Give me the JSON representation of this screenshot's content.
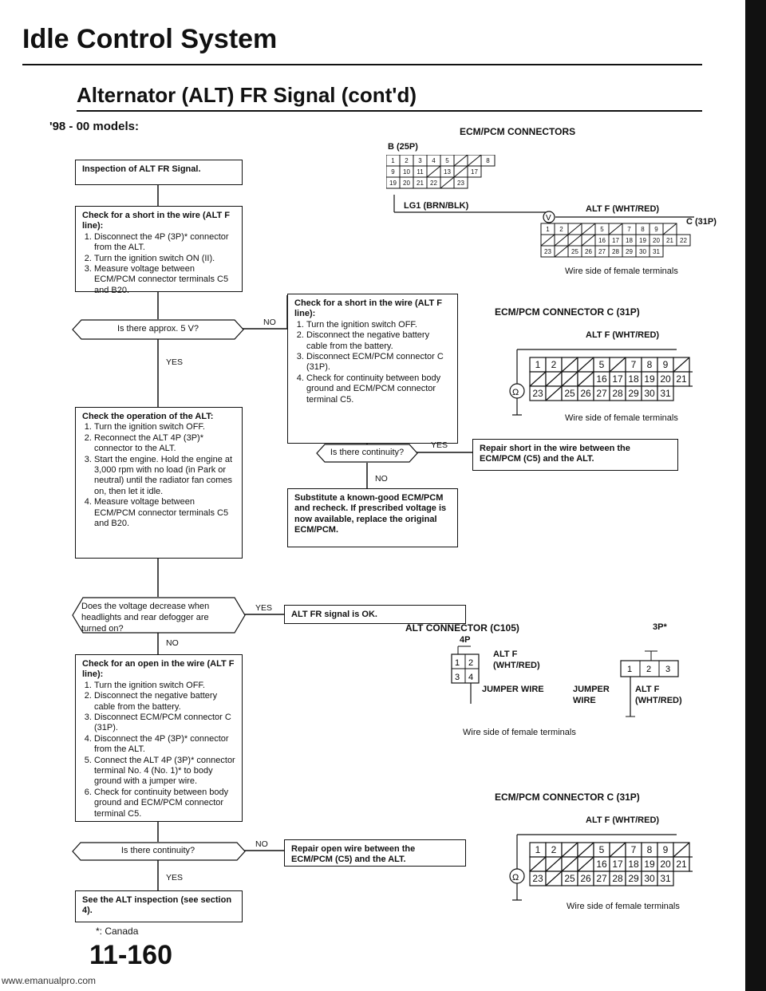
{
  "page": {
    "title": "Idle Control System",
    "subtitle": "Alternator (ALT) FR Signal (cont'd)",
    "models": "'98 - 00 models:",
    "page_number": "11-160",
    "footnote": "*: Canada",
    "url": "www.emanualpro.com"
  },
  "flow": {
    "box_inspect": "Inspection of ALT FR Signal.",
    "box_short1_head": "Check for a short in the wire (ALT F line):",
    "box_short1_steps": [
      "Disconnect the 4P (3P)* connector from the ALT.",
      "Turn the ignition switch ON (II).",
      "Measure voltage between ECM/PCM connector terminals C5 and B20."
    ],
    "q_5v": "Is there approx. 5 V?",
    "box_short2_head": "Check for a short in the wire (ALT F line):",
    "box_short2_steps": [
      "Turn the ignition switch OFF.",
      "Disconnect the negative battery cable from the battery.",
      "Disconnect ECM/PCM connector C (31P).",
      "Check for continuity between body ground and ECM/PCM connector terminal C5."
    ],
    "box_op_head": "Check the operation of the ALT:",
    "box_op_steps": [
      "Turn the ignition switch OFF.",
      "Reconnect the ALT 4P (3P)* connector to the ALT.",
      "Start the engine. Hold the engine at 3,000 rpm with no load (in Park or neutral) until the radiator fan comes on, then let it idle.",
      "Measure voltage between ECM/PCM connector terminals C5 and B20."
    ],
    "q_cont1": "Is there continuity?",
    "box_repair_short": "Repair short in the wire between the ECM/PCM (C5) and the ALT.",
    "box_substitute": "Substitute a known-good ECM/PCM and recheck. If prescribed voltage is now available, replace the original ECM/PCM.",
    "q_voltage": "Does the voltage decrease when headlights and rear defogger are turned on?",
    "box_ok": "ALT FR signal is OK.",
    "box_open_head": "Check for an open in the wire (ALT F line):",
    "box_open_steps": [
      "Turn the ignition switch OFF.",
      "Disconnect the negative battery cable from the battery.",
      "Disconnect ECM/PCM connector C (31P).",
      "Disconnect the 4P (3P)* connector from the ALT.",
      "Connect the ALT 4P (3P)* connector terminal No. 4 (No. 1)* to body ground with a jumper wire.",
      "Check for continuity between body ground and ECM/PCM connector terminal C5."
    ],
    "q_cont2": "Is there continuity?",
    "box_repair_open": "Repair open wire between the ECM/PCM (C5) and the ALT.",
    "box_see_alt": "See the ALT inspection (see section 4).",
    "yes": "YES",
    "no": "NO"
  },
  "diagrams": {
    "ecm_connectors_title": "ECM/PCM CONNECTORS",
    "b_label": "B (25P)",
    "c_label": "C (31P)",
    "lg1": "LG1 (BRN/BLK)",
    "alt_f": "ALT F (WHT/RED)",
    "wire_side": "Wire side of female terminals",
    "ecm_c_title": "ECM/PCM CONNECTOR C (31P)",
    "alt_conn_title": "ALT CONNECTOR (C105)",
    "p4": "4P",
    "p3": "3P*",
    "alt_f_short": "ALT F",
    "wht_red": "(WHT/RED)",
    "jumper_wire": "JUMPER WIRE",
    "jumper": "JUMPER",
    "wire": "WIRE",
    "c31_rows": [
      [
        "1",
        "2",
        "",
        "",
        "5",
        "",
        "7",
        "8",
        "9",
        ""
      ],
      [
        "",
        "",
        "",
        "",
        "16",
        "17",
        "18",
        "19",
        "20",
        "21",
        "22"
      ],
      [
        "23",
        "",
        "25",
        "26",
        "27",
        "28",
        "29",
        "30",
        "31"
      ]
    ],
    "b25_rows": [
      [
        "1",
        "2",
        "3",
        "4",
        "5",
        "",
        "",
        "8"
      ],
      [
        "9",
        "10",
        "11",
        "",
        "13",
        "",
        "17"
      ],
      [
        "19",
        "20",
        "21",
        "22",
        "",
        "23"
      ]
    ]
  }
}
